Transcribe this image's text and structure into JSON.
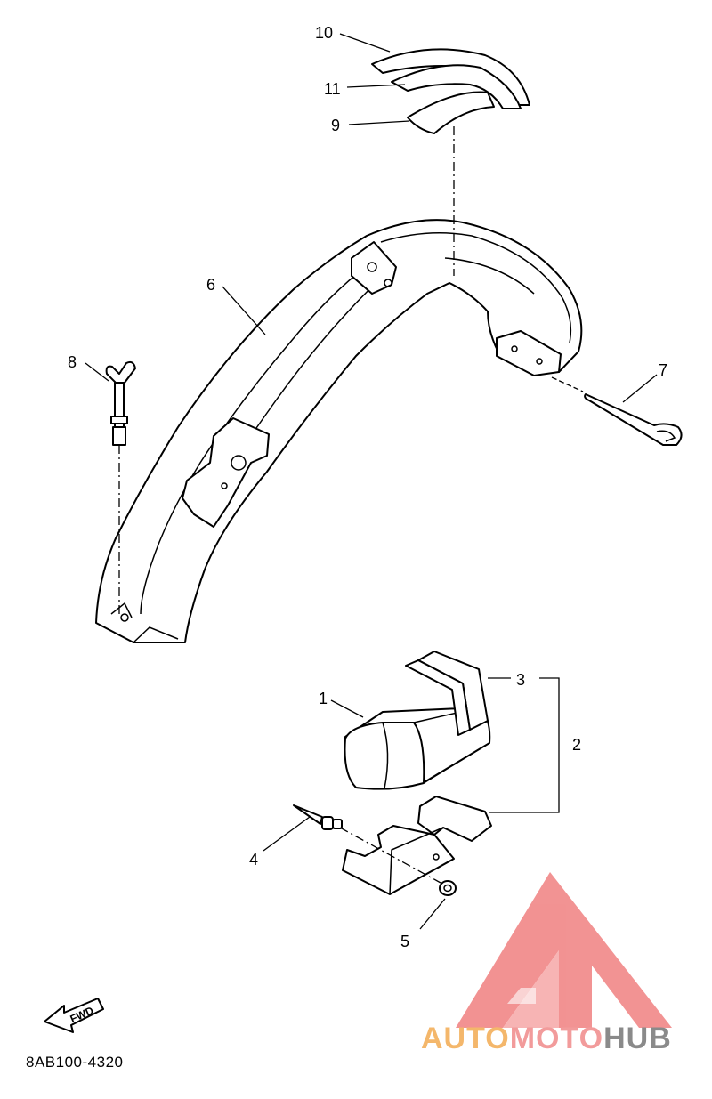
{
  "diagram": {
    "callouts": [
      "1",
      "2",
      "3",
      "4",
      "5",
      "6",
      "7",
      "8",
      "9",
      "10",
      "11"
    ],
    "fwd_label": "FWD",
    "drawing_code": "8AB100-4320"
  },
  "watermark": {
    "brand_part1": "AUTO",
    "brand_part2": "MOTO",
    "brand_part3": "HUB",
    "colors": {
      "part1": "#f4b76b",
      "part2": "#f29b9b",
      "part3": "#8a8a8a",
      "logo": "#f08080"
    }
  }
}
